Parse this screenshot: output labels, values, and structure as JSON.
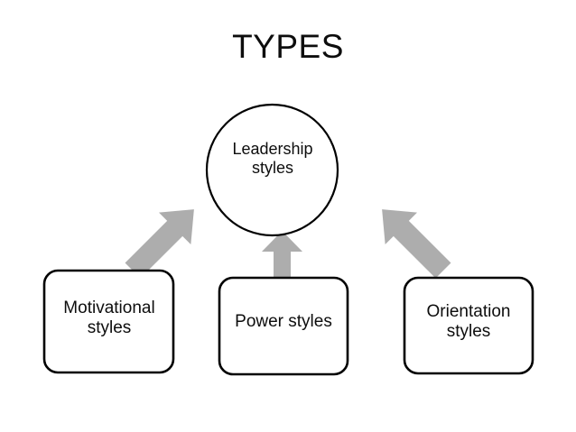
{
  "slide": {
    "title": "TYPES",
    "background_color": "#ffffff",
    "text_color": "#0d0d0d"
  },
  "diagram": {
    "type": "convergent-arrow-diagram",
    "center_node": {
      "shape": "circle",
      "label_lines": [
        "Leadership",
        "styles"
      ],
      "label": "Leadership styles",
      "stroke_color": "#000000",
      "fill_color": "#ffffff"
    },
    "source_nodes": [
      {
        "shape": "rounded-rectangle",
        "label_lines": [
          "Motivational",
          "styles"
        ],
        "label": "Motivational styles",
        "stroke_color": "#000000",
        "fill_color": "#ffffff"
      },
      {
        "shape": "rounded-rectangle",
        "label_lines": [
          "Power styles"
        ],
        "label": "Power styles",
        "stroke_color": "#000000",
        "fill_color": "#ffffff"
      },
      {
        "shape": "rounded-rectangle",
        "label_lines": [
          "Orientation",
          "styles"
        ],
        "label": "Orientation styles",
        "stroke_color": "#000000",
        "fill_color": "#ffffff"
      }
    ],
    "connectors": [
      {
        "name": "arrow-motivational-to-leadership",
        "direction": "up-right",
        "color": "#adadad"
      },
      {
        "name": "arrow-power-to-leadership",
        "direction": "up",
        "color": "#adadad"
      },
      {
        "name": "arrow-orientation-to-leadership",
        "direction": "up-left",
        "color": "#adadad"
      }
    ]
  }
}
